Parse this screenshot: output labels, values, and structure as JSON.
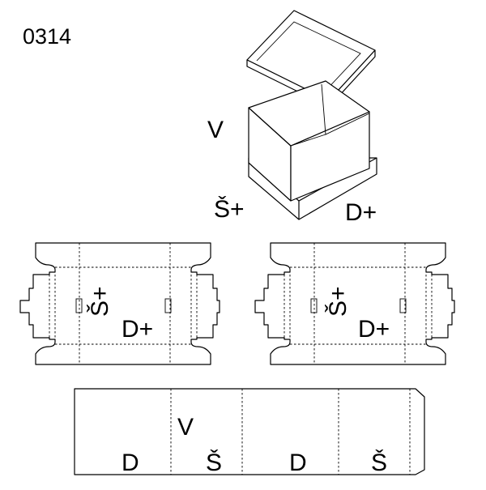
{
  "model_number": "0314",
  "box_labels": {
    "lid": "V",
    "width": "Š+",
    "depth": "D+"
  },
  "blank_left_labels": {
    "width": "Š+",
    "depth": "D+"
  },
  "blank_right_labels": {
    "width": "Š+",
    "depth": "D+"
  },
  "lid_strip_labels": [
    "V",
    "D",
    "Š",
    "D",
    "Š"
  ]
}
